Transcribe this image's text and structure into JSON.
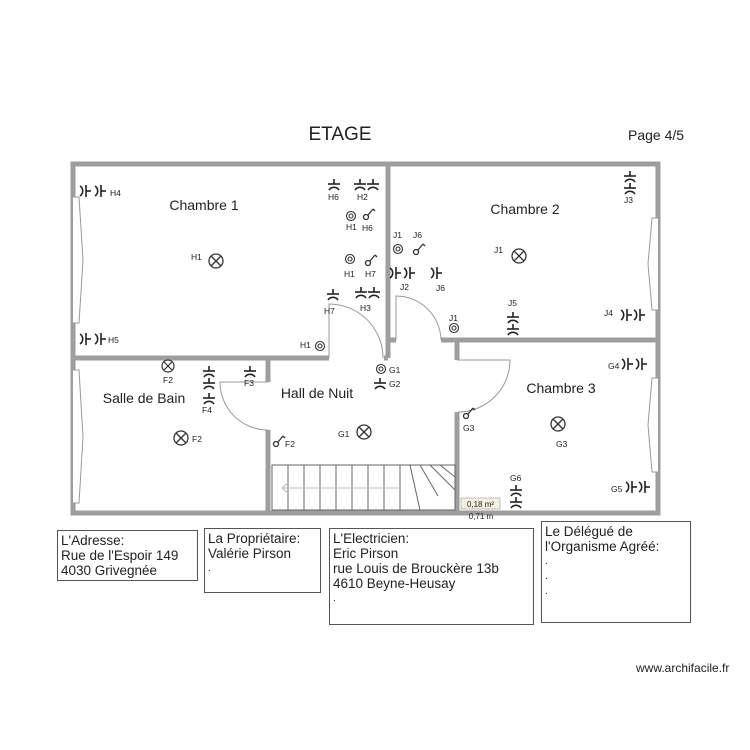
{
  "header": {
    "title": "ETAGE",
    "page": "Page 4/5"
  },
  "rooms": {
    "chambre1": "Chambre 1",
    "chambre2": "Chambre 2",
    "chambre3": "Chambre 3",
    "salle_de_bain": "Salle de Bain",
    "hall": "Hall de Nuit"
  },
  "labels": {
    "c1_h4": "H4",
    "c1_h6a": "H6",
    "c1_h2": "H2",
    "c1_h1a": "H1",
    "c1_h6b": "H6",
    "c1_h1b": "H1",
    "c1_h1c": "H1",
    "c1_h7a": "H7",
    "c1_h7b": "H7",
    "c1_h3": "H3",
    "c1_h5": "H5",
    "c1_h1d": "H1",
    "c2_j3": "J3",
    "c2_j1a": "J1",
    "c2_j6a": "J6",
    "c2_j1b": "J1",
    "c2_j2": "J2",
    "c2_j6b": "J6",
    "c2_j5": "J5",
    "c2_j1c": "J1",
    "c2_j4": "J4",
    "sb_f2a": "F2",
    "sb_f3": "F3",
    "sb_f4": "F4",
    "sb_f2b": "F2",
    "hn_g1a": "G1",
    "hn_g2": "G2",
    "hn_g1b": "G1",
    "hn_f2": "F2",
    "c3_g4": "G4",
    "c3_g3a": "G3",
    "c3_g3b": "G3",
    "c3_g6": "G6",
    "c3_g5": "G5"
  },
  "measurements": {
    "area": "0,18 m²",
    "length": "0,71 m"
  },
  "info": {
    "address": {
      "title": "L'Adresse:",
      "line1": "Rue de l'Espoir 149",
      "line2": "4030 Grivegnée"
    },
    "owner": {
      "title": "La Propriétaire:",
      "line1": "Valérie Pirson",
      "dot1": "."
    },
    "electrician": {
      "title": "L'Electricien:",
      "line1": "Eric Pirson",
      "line2": "rue Louis de Brouckère 13b",
      "line3": "4610 Beyne-Heusay",
      "dot1": "."
    },
    "delegate": {
      "title1": "Le Délégué de",
      "title2": "l'Organisme Agréé:",
      "dot1": ".",
      "dot2": ".",
      "dot3": "."
    }
  },
  "footer": {
    "website": "www.archifacile.fr"
  },
  "colors": {
    "wall": "#9e9e9e",
    "symbol": "#333333",
    "text": "#222222"
  }
}
